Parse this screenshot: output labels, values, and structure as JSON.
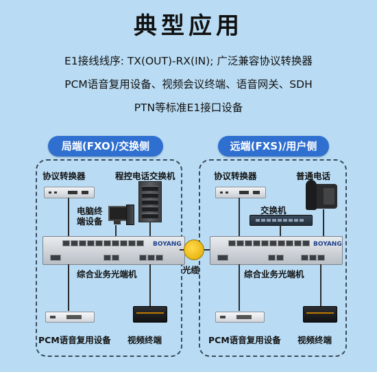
{
  "title": "典型应用",
  "description": [
    "E1接线线序: TX(OUT)-RX(IN); 广泛兼容协议转换器",
    "PCM语音复用设备、视频会议终端、语音网关、SDH",
    "PTN等标准E1接口设备"
  ],
  "left": {
    "heading": "局端(FXO)/交换侧",
    "converter": "协议转换器",
    "pbx": "程控电话交换机",
    "computer_line1": "电脑终",
    "computer_line2": "端设备",
    "terminal": "综合业务光端机",
    "pcm": "PCM语音复用设备",
    "video": "视频终端"
  },
  "right": {
    "heading": "远端(FXS)/用户侧",
    "converter": "协议转换器",
    "phone": "普通电话",
    "switch": "交换机",
    "terminal": "综合业务光端机",
    "pcm": "PCM语音复用设备",
    "video": "视频终端"
  },
  "cable": "光缆",
  "brand": "BOYANG"
}
